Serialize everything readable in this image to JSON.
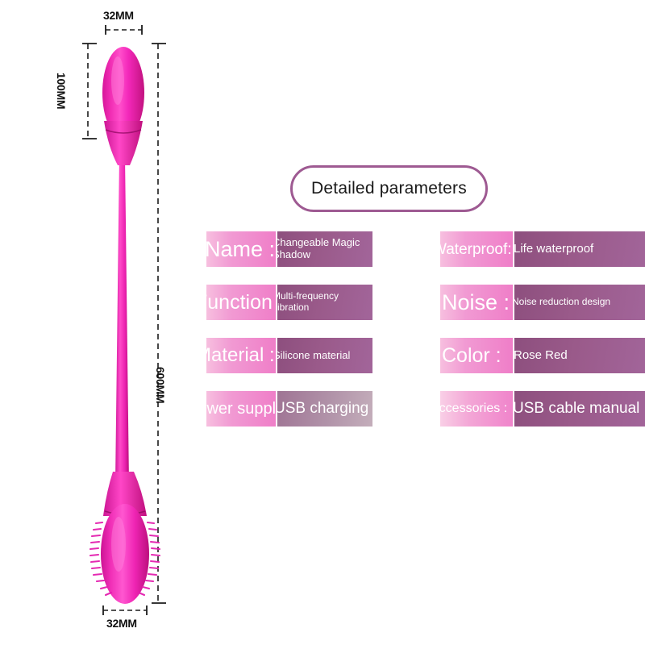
{
  "product_figure": {
    "alt": "magenta silicone dual-ended vibrator with long connecting cord",
    "dimensions": {
      "top_width": "32MM",
      "top_height": "100MM",
      "total_length": "600MM",
      "bottom_width": "32MM"
    },
    "colors": {
      "body_light": "#ff3fc4",
      "body_mid": "#e618a8",
      "body_dark": "#c4117f",
      "dimension_line": "#222222"
    }
  },
  "panel": {
    "title": "Detailed parameters",
    "title_border_color": "#9e5a92",
    "key_color_start": "#f7bfdf",
    "key_color_end": "#ef7ec8",
    "value_color_start": "#8d4f7e",
    "value_color_end": "#a2659a",
    "rows_left": [
      {
        "key": "Name :",
        "value": "Changeable Magic Shadow"
      },
      {
        "key": "Function :",
        "value": "Multi-frequency vibration"
      },
      {
        "key": "Material :",
        "value": "Silicone material"
      },
      {
        "key": "Power supply :",
        "value": "USB charging"
      }
    ],
    "rows_right": [
      {
        "key": "Waterproof:",
        "value": "Life waterproof"
      },
      {
        "key": "Noise :",
        "value": "Noise reduction design"
      },
      {
        "key": "Color :",
        "value": "Rose Red"
      },
      {
        "key": "Accessories :",
        "value": "USB cable manual"
      }
    ]
  }
}
